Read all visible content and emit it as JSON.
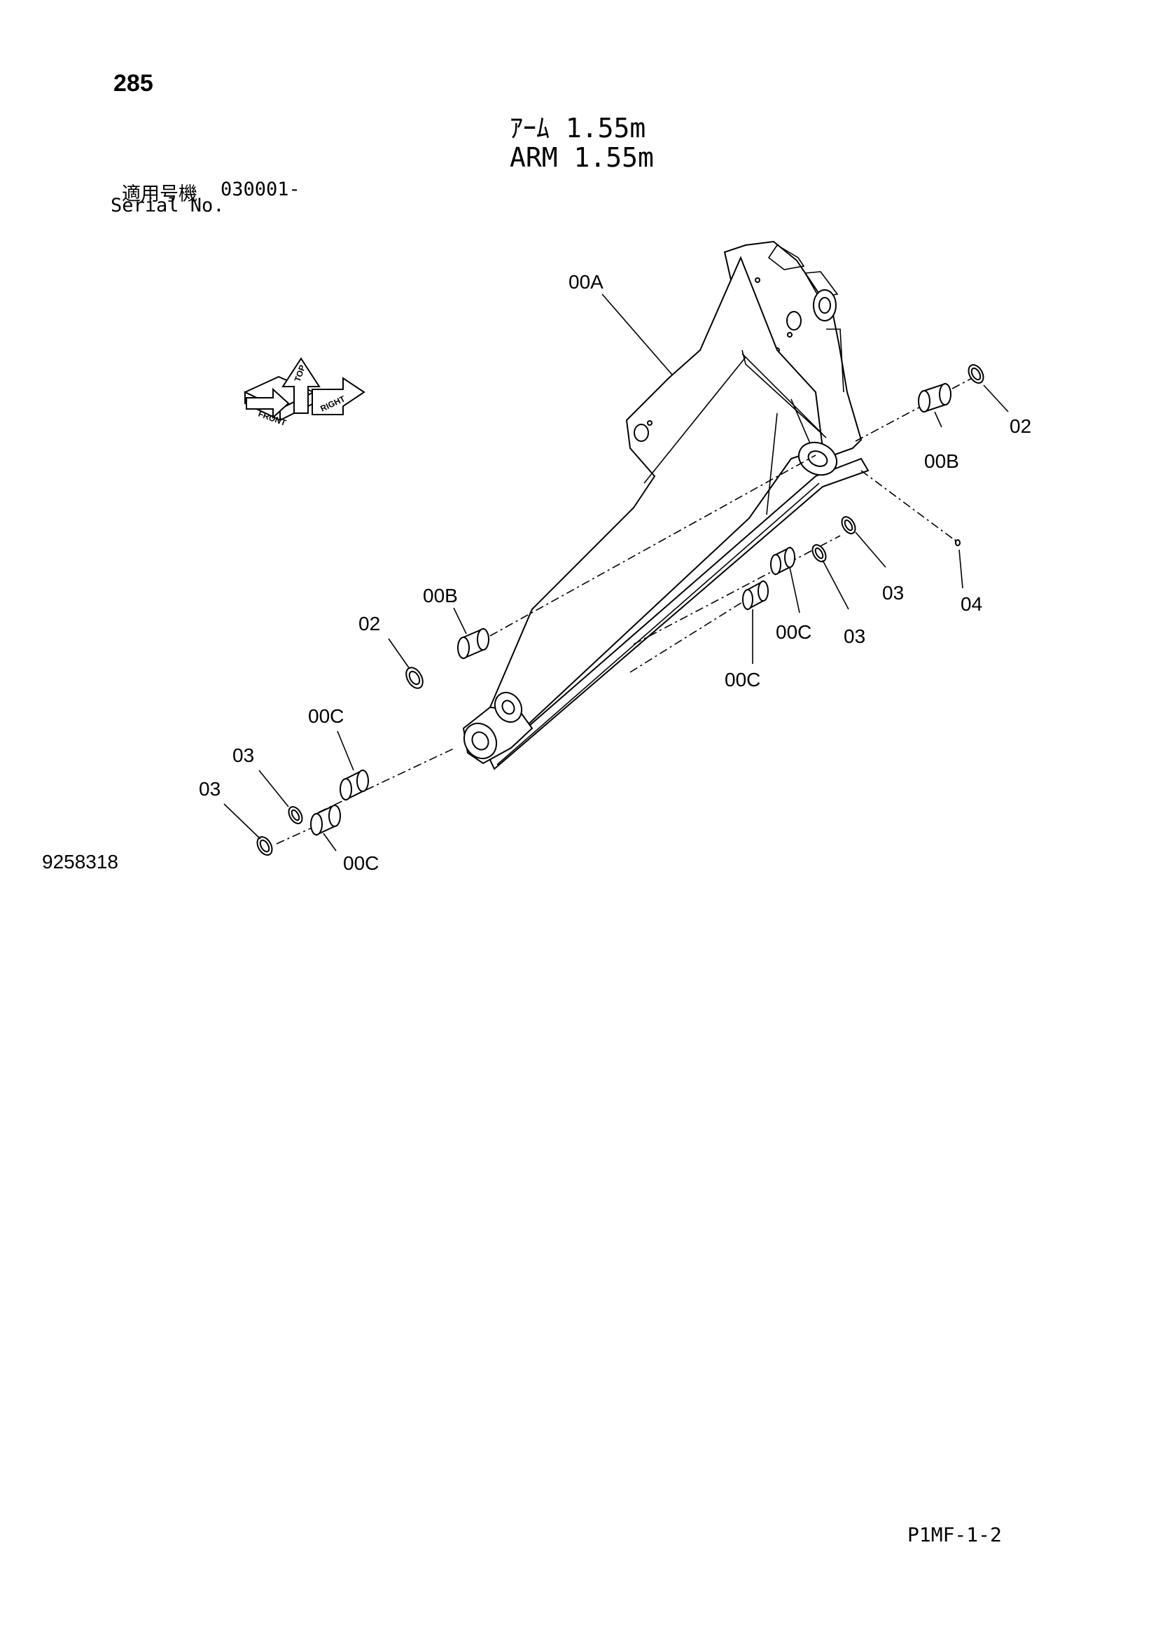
{
  "header": {
    "page_number": "285",
    "title_jp": "ｱｰﾑ 1.55m",
    "title_en": "ARM 1.55m",
    "serial_label_jp": "適用号機",
    "serial_value": "030001-",
    "serial_label_en": "Serial No."
  },
  "orientation": {
    "front": "FRONT",
    "top": "TOP",
    "right": "RIGHT"
  },
  "parts": {
    "arm": "00A",
    "bushing_right": "00B",
    "bushing_left": "00B",
    "ring_right": "02",
    "ring_left": "02",
    "ring_r1": "03",
    "ring_r2": "03",
    "pin_04": "04",
    "bush_c_r1": "00C",
    "bush_c_r2": "00C",
    "bush_c_l1": "00C",
    "bush_c_l2": "00C",
    "ring_l1": "03",
    "ring_l2": "03"
  },
  "footer": {
    "drawing_number": "9258318",
    "page_code": "P1MF-1-2"
  }
}
